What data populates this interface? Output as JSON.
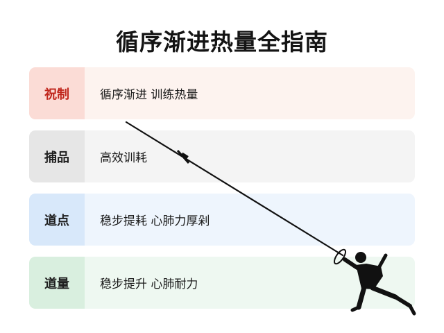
{
  "title": "循序渐进热量全指南",
  "rows": [
    {
      "label": "祝制",
      "text": "循序渐进 训练热量",
      "color": "#c0261c"
    },
    {
      "label": "捕品",
      "text": "高效训耗"
    },
    {
      "label": "道点",
      "text": "稳步提耗 心肺力厚剁"
    },
    {
      "label": "道量",
      "text": "稳步提升 心肺耐力"
    }
  ],
  "icons": [
    "fencing-sword-icon",
    "fencer-figure-icon"
  ]
}
